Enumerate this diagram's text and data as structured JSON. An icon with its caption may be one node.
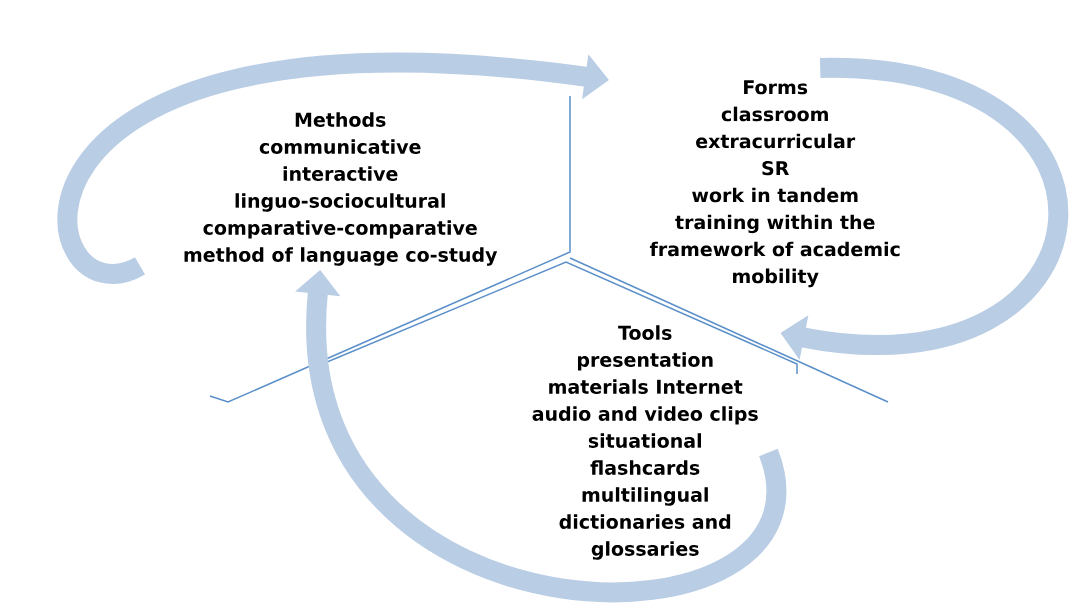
{
  "diagram": {
    "nodes": [
      {
        "text": [
          "Methods",
          "communicative",
          "interactive",
          "linguo-sociocultural",
          "comparative-comparative",
          "method of language co-study"
        ]
      },
      {
        "text": [
          "Forms",
          "classroom",
          "extracurricular",
          "SR",
          "work in tandem",
          "training within the framework of academic mobility"
        ]
      },
      {
        "text": [
          "Tools",
          "presentation",
          "materials Internet",
          "audio and video clips",
          "situational",
          "flashcards",
          "multilingual",
          "dictionaries and glossaries"
        ]
      }
    ],
    "edges": [
      {
        "from": 0,
        "to": 1,
        "arrow": "to"
      },
      {
        "from": 1,
        "to": 2,
        "arrow": "to"
      },
      {
        "from": 2,
        "to": 0,
        "arrow": "to"
      }
    ]
  }
}
